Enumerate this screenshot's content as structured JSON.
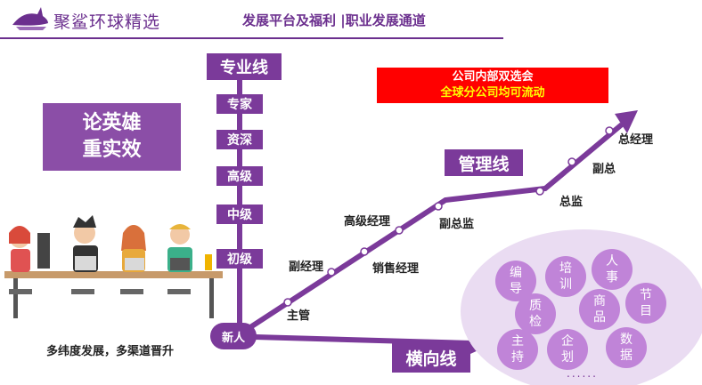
{
  "header": {
    "logo_text": "聚鲨环球精选",
    "title": "发展平台及福利 |职业发展通道"
  },
  "slogan": {
    "line1": "论英雄",
    "line2": "重实效"
  },
  "vertical_track": {
    "title": "专业线",
    "levels": [
      "专家",
      "资深",
      "高级",
      "中级",
      "初级"
    ]
  },
  "start_label": "新人",
  "management_track": {
    "title": "管理线",
    "steps": [
      "主管",
      "副经理",
      "销售经理",
      "高级经理",
      "副总监",
      "总监",
      "副总",
      "总经理"
    ]
  },
  "notice": {
    "line1": "公司内部双选会",
    "line2": "全球分公司均可流动"
  },
  "horizontal_track": {
    "title": "横向线",
    "departments": [
      "编\n导",
      "培\n训",
      "人\n事",
      "质\n检",
      "商\n品",
      "节\n目",
      "主\n持",
      "企\n划",
      "数\n据"
    ],
    "ellipsis": "......"
  },
  "caption": "多纬度发展，多渠道晋升",
  "colors": {
    "purple": "#7b3a9a",
    "light_purple": "#c084d8",
    "red": "#ff0000",
    "yellow": "#ffff00"
  }
}
